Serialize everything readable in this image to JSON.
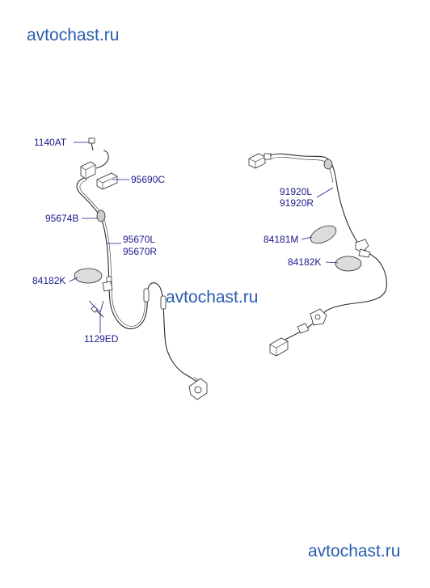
{
  "watermark": "avtochast.ru",
  "colors": {
    "label": "#1a1a8c",
    "watermark": "#2a5db0",
    "line": "#2b2b2b"
  },
  "labels": {
    "p1140AT": "1140AT",
    "p95690C": "95690C",
    "p95674B": "95674B",
    "p95670L": "95670L",
    "p95670R": "95670R",
    "p84182K_left": "84182K",
    "p1129ED": "1129ED",
    "p91920L": "91920L",
    "p91920R": "91920R",
    "p84181M": "84181M",
    "p84182K_right": "84182K"
  }
}
